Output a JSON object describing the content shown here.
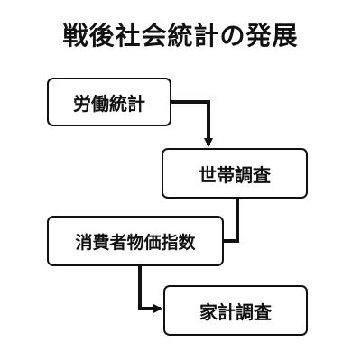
{
  "title": "戦後社会統計の発展",
  "boxes": [
    {
      "label": "労働統計"
    },
    {
      "label": "世帯調査"
    },
    {
      "label": "消費者物価指数"
    },
    {
      "label": "家計調査"
    }
  ],
  "colors": {
    "stroke": "#111111",
    "background": "#ffffff"
  }
}
